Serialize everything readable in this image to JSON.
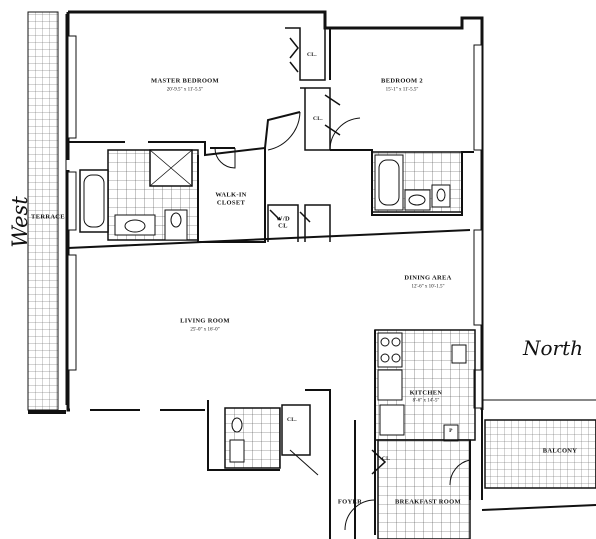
{
  "rooms": {
    "master_bedroom": {
      "name": "MASTER BEDROOM",
      "dims": "20'-9.5\" x 11'-5.5\""
    },
    "bedroom2": {
      "name": "BEDROOM 2",
      "dims": "15'-1\" x 11'-5.5\""
    },
    "walk_in": {
      "name_line1": "WALK-IN",
      "name_line2": "CLOSET"
    },
    "living_room": {
      "name": "LIVING ROOM",
      "dims": "25'-0\" x 16'-0\""
    },
    "dining_area": {
      "name": "DINING AREA",
      "dims": "12'-6\" x 10'-1.5\""
    },
    "kitchen": {
      "name": "KITCHEN",
      "dims": "8'-6\" x 14'-5\""
    },
    "breakfast_room": {
      "name": "BREAKFAST ROOM"
    },
    "foyer": {
      "name": "FOYER"
    },
    "terrace": {
      "name": "TERRACE"
    },
    "balcony": {
      "name": "BALCONY"
    },
    "wd": {
      "line1": "W/D",
      "line2": "CL"
    },
    "closets": {
      "cl": "CL.",
      "cl_alt": "CL",
      "pantry": "P"
    }
  },
  "annotations": {
    "west": "West",
    "north": "North"
  }
}
